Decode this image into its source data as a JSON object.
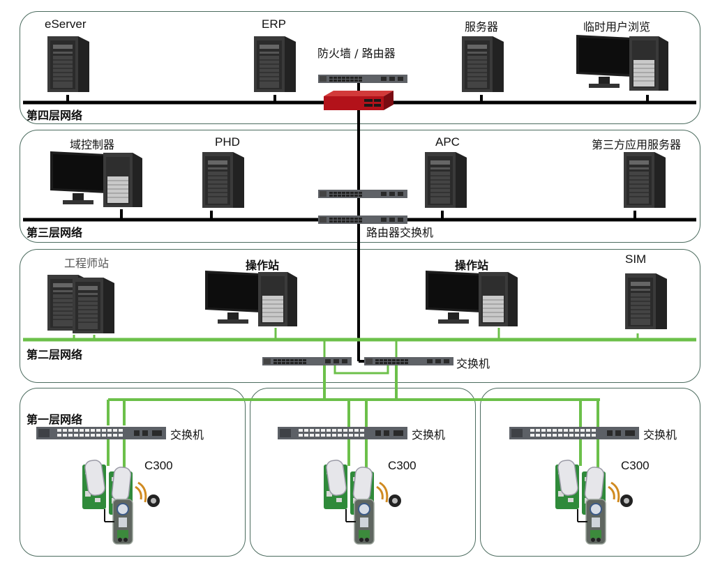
{
  "layer4": {
    "title": "第四层网络",
    "nodes": {
      "eserver": "eServer",
      "erp": "ERP",
      "firewall": "防火墙 / 路由器",
      "server": "服务器",
      "temp_user": "临时用户浏览"
    }
  },
  "layer3": {
    "title": "第三层网络",
    "nodes": {
      "domain_controller": "域控制器",
      "phd": "PHD",
      "apc": "APC",
      "third_party": "第三方应用服务器",
      "router_switch": "路由器交换机"
    }
  },
  "layer2": {
    "title": "第二层网络",
    "nodes": {
      "engineer_station": "工程师站",
      "operator1": "操作站",
      "operator2": "操作站",
      "sim": "SIM",
      "switch": "交换机"
    }
  },
  "layer1": {
    "title": "第一层网络",
    "clusters": [
      {
        "switch": "交换机",
        "controller": "C300"
      },
      {
        "switch": "交换机",
        "controller": "C300"
      },
      {
        "switch": "交换机",
        "controller": "C300"
      }
    ]
  },
  "colors": {
    "backbone": "#000000",
    "l2_network": "#6cc04a",
    "border": "#4b6b5e",
    "firewall": "#b3121a"
  },
  "icons": [
    "tower-server-icon",
    "workstation-icon",
    "network-switch-icon",
    "firewall-icon",
    "controller-icon",
    "io-module-icon",
    "sensor-icon",
    "transmitter-icon"
  ]
}
